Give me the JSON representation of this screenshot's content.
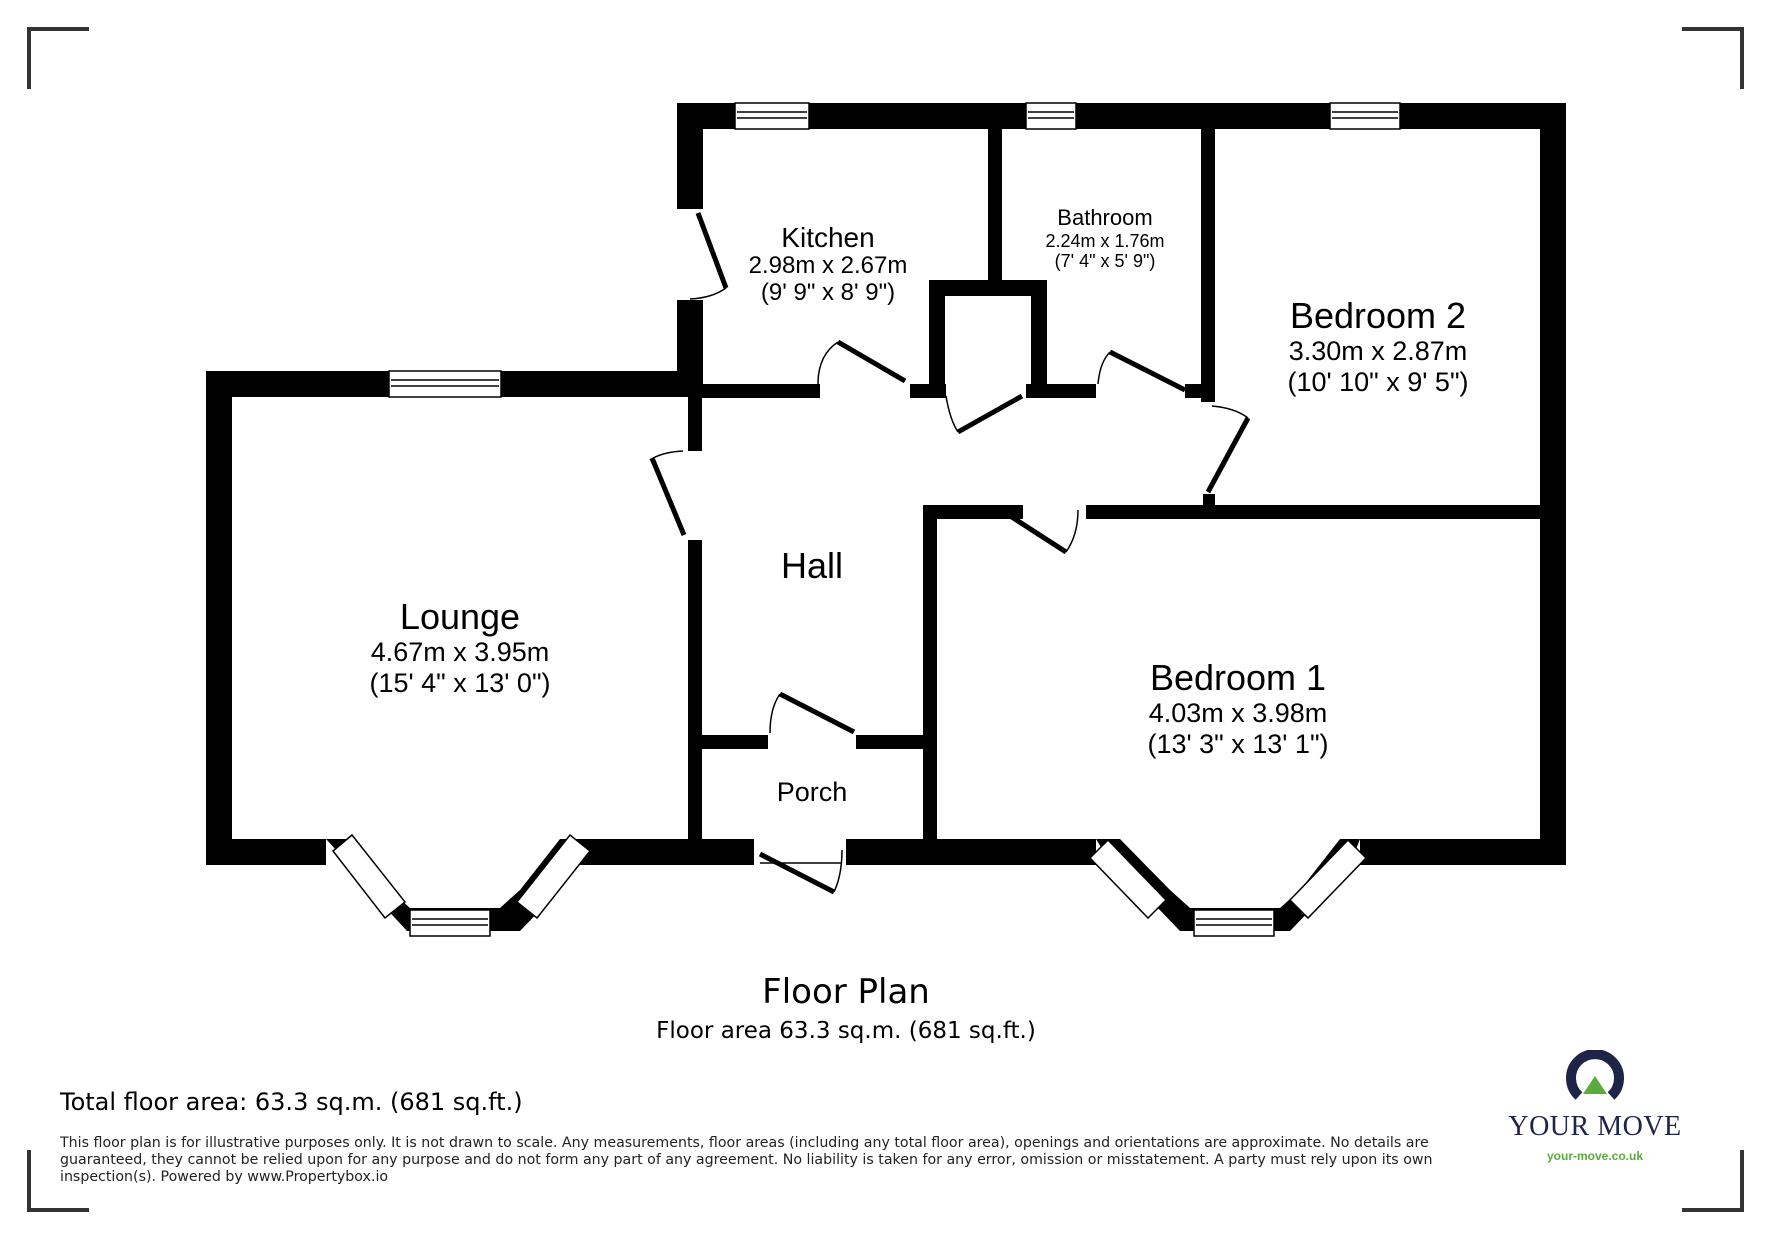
{
  "plan": {
    "title": "Floor Plan",
    "subtitle": "Floor area 63.3 sq.m. (681 sq.ft.)",
    "total": "Total floor area: 63.3 sq.m. (681 sq.ft.)",
    "disclaimer": "This floor plan is for illustrative purposes only. It is not drawn to scale. Any measurements, floor areas (including any total floor area), openings and orientations are approximate. No details are guaranteed, they cannot be relied upon for any purpose and do not form any part of any agreement. No liability is taken for any error, omission or misstatement. A party must rely upon its own inspection(s). Powered by www.Propertybox.io"
  },
  "rooms": {
    "kitchen": {
      "name": "Kitchen",
      "metric": "2.98m x 2.67m",
      "imperial": "(9' 9\" x 8' 9\")"
    },
    "bathroom": {
      "name": "Bathroom",
      "metric": "2.24m x 1.76m",
      "imperial": "(7' 4\" x 5' 9\")"
    },
    "bedroom2": {
      "name": "Bedroom 2",
      "metric": "3.30m x 2.87m",
      "imperial": "(10' 10\" x 9' 5\")"
    },
    "lounge": {
      "name": "Lounge",
      "metric": "4.67m x 3.95m",
      "imperial": "(15' 4\" x 13' 0\")"
    },
    "hall": {
      "name": "Hall"
    },
    "porch": {
      "name": "Porch"
    },
    "bedroom1": {
      "name": "Bedroom 1",
      "metric": "4.03m x 3.98m",
      "imperial": "(13' 3\" x 13' 1\")"
    }
  },
  "logo": {
    "brand": "YOUR MOVE",
    "url": "your-move.co.uk",
    "colors": {
      "navy": "#1e2447",
      "green": "#5aab3c"
    }
  },
  "icons": {
    "door": "door-swing-icon",
    "window": "window-icon",
    "logo": "your-move-logo-icon"
  }
}
